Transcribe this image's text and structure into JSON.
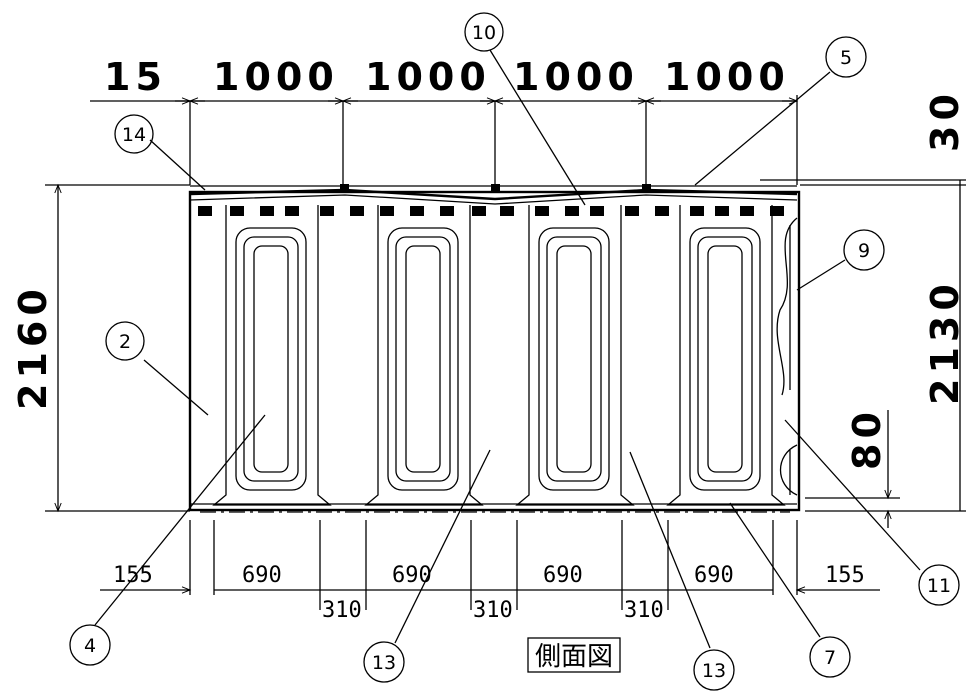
{
  "drawing": {
    "top_dims": [
      "15",
      "1000",
      "1000",
      "1000",
      "1000"
    ],
    "right_dims": {
      "top": "30",
      "height": "2130",
      "low": "80"
    },
    "left_dim": "2160",
    "bottom_dims": [
      "155",
      "690",
      "690",
      "690",
      "690",
      "155"
    ],
    "gap_dims": [
      "310",
      "310",
      "310"
    ],
    "callouts": {
      "c2": "2",
      "c4": "4",
      "c5": "5",
      "c7": "7",
      "c9": "9",
      "c10": "10",
      "c11": "11",
      "c13a": "13",
      "c13b": "13",
      "c14": "14"
    },
    "view_title": "側面図"
  }
}
